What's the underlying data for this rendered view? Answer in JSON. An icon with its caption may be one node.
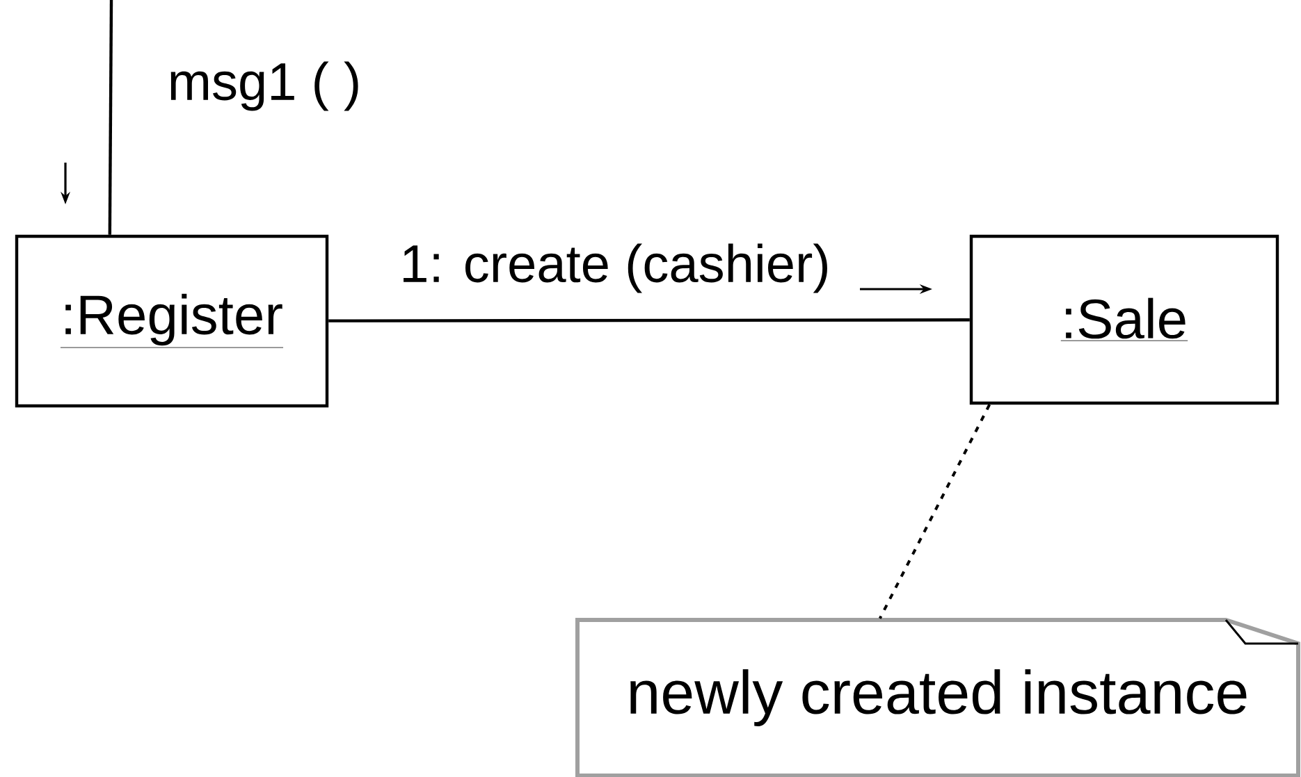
{
  "diagram": {
    "nodes": [
      {
        "text": [
          ":Register"
        ]
      },
      {
        "text": [
          ":Sale"
        ]
      },
      {
        "text": [
          "newly created instance"
        ]
      }
    ],
    "edges": [
      {
        "from": null,
        "to": 0,
        "arrow": "none",
        "label": "msg1 ( )"
      },
      {
        "from": 0,
        "to": 1,
        "arrow": "none",
        "label": "1: create (cashier)"
      },
      {
        "from": 1,
        "to": 2,
        "arrow": "none",
        "style": "dashed"
      }
    ]
  }
}
